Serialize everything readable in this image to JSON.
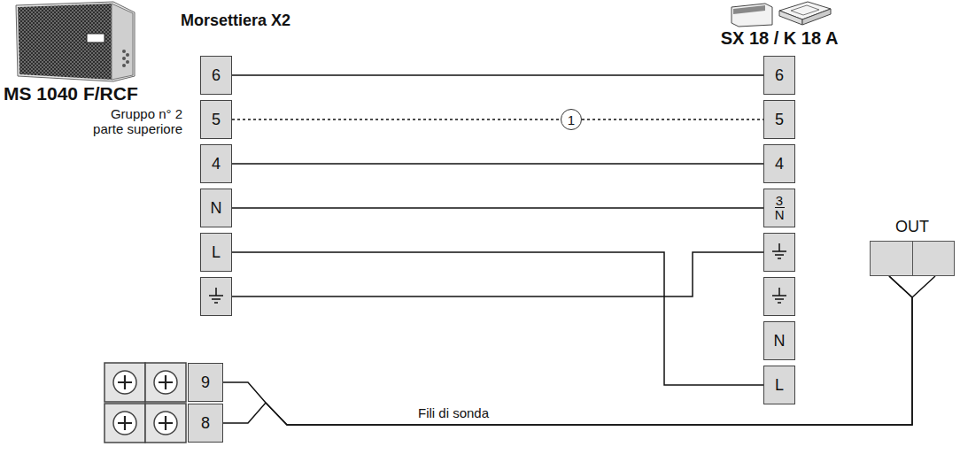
{
  "diagram": {
    "nodes": [
      {
        "text": [
          "Morsettiera X2"
        ]
      },
      {
        "text": [
          "6"
        ],
        "in": 0
      },
      {
        "text": [
          "5"
        ],
        "in": 0
      },
      {
        "text": [
          "4"
        ],
        "in": 0
      },
      {
        "text": [
          "N"
        ],
        "in": 0
      },
      {
        "text": [
          "L"
        ],
        "in": 0
      },
      {
        "text": [],
        "in": 0
      },
      {
        "text": [
          "1"
        ]
      },
      {
        "text": [
          "SX 18 / K 18 A"
        ]
      },
      {
        "text": [
          "6"
        ],
        "in": 8
      },
      {
        "text": [
          "5"
        ],
        "in": 8
      },
      {
        "text": [
          "4"
        ],
        "in": 8
      },
      {
        "text": [
          "3 N"
        ],
        "in": 8
      },
      {
        "text": [],
        "in": 8
      },
      {
        "text": [],
        "in": 8
      },
      {
        "text": [
          "N"
        ],
        "in": 8
      },
      {
        "text": [
          "L"
        ],
        "in": 8
      },
      {
        "text": [
          "9"
        ]
      },
      {
        "text": [
          "8"
        ]
      },
      {
        "text": [
          "OUT"
        ]
      }
    ],
    "edges": [
      {
        "from": 1,
        "to": 9,
        "arrow": "none"
      },
      {
        "from": 2,
        "to": 7,
        "arrow": "none"
      },
      {
        "from": 7,
        "to": 10,
        "arrow": "none"
      },
      {
        "from": 3,
        "to": 11,
        "arrow": "none"
      },
      {
        "from": 4,
        "to": 12,
        "arrow": "none"
      },
      {
        "from": 5,
        "to": 16,
        "arrow": "none"
      },
      {
        "from": 6,
        "to": 13,
        "arrow": "none"
      },
      {
        "from": 17,
        "to": 19,
        "label": "Fili di sonda",
        "arrow": "none"
      },
      {
        "from": 18,
        "to": 19,
        "arrow": "none"
      }
    ],
    "labels": [
      "MS 1040 F/RCF",
      "Gruppo n° 2 parte superiore"
    ]
  }
}
